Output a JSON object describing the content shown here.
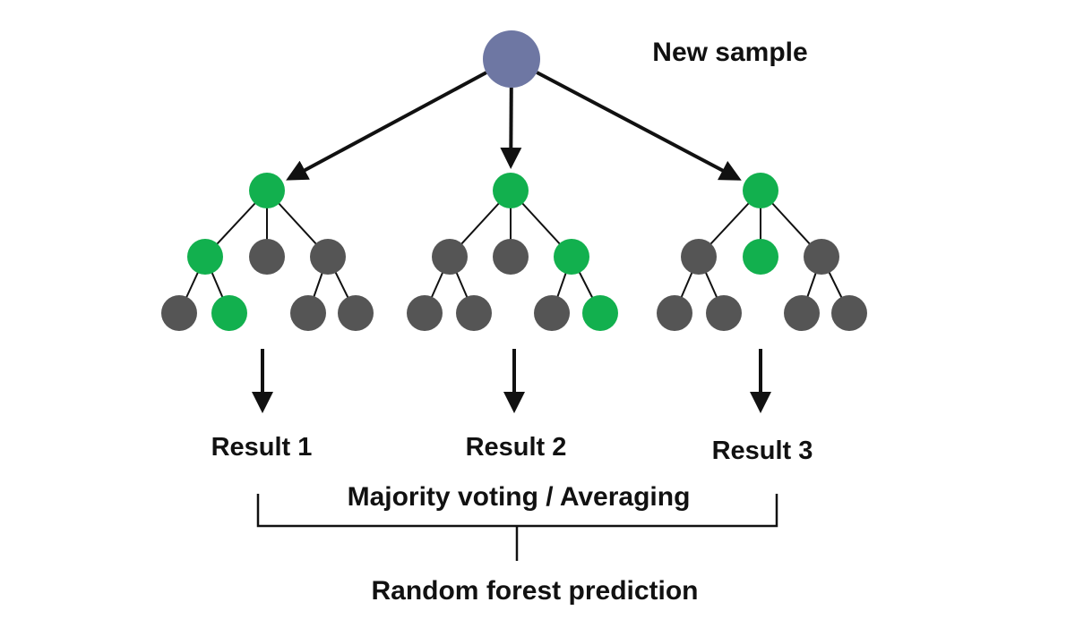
{
  "title_label": "New sample",
  "colors": {
    "sample_node": "#6e77a3",
    "path_node": "#12b04e",
    "other_node": "#555555",
    "edge": "#111111",
    "background": "#ffffff"
  },
  "sample": {
    "label": "New sample"
  },
  "trees": [
    {
      "name": "tree-1",
      "result_label": "Result 1",
      "root_active": true,
      "level2": [
        true,
        false,
        false
      ],
      "level3": [
        false,
        true,
        false,
        false
      ],
      "level3_parent": [
        0,
        0,
        2,
        2
      ]
    },
    {
      "name": "tree-2",
      "result_label": "Result 2",
      "root_active": true,
      "level2": [
        false,
        false,
        true
      ],
      "level3": [
        false,
        false,
        false,
        true
      ],
      "level3_parent": [
        0,
        0,
        2,
        2
      ]
    },
    {
      "name": "tree-3",
      "result_label": "Result 3",
      "root_active": true,
      "level2": [
        false,
        true,
        false
      ],
      "level3": [
        false,
        false,
        false,
        false
      ],
      "level3_parent": [
        0,
        0,
        2,
        2
      ]
    }
  ],
  "aggregation_label": "Majority voting / Averaging",
  "final_label": "Random forest prediction"
}
